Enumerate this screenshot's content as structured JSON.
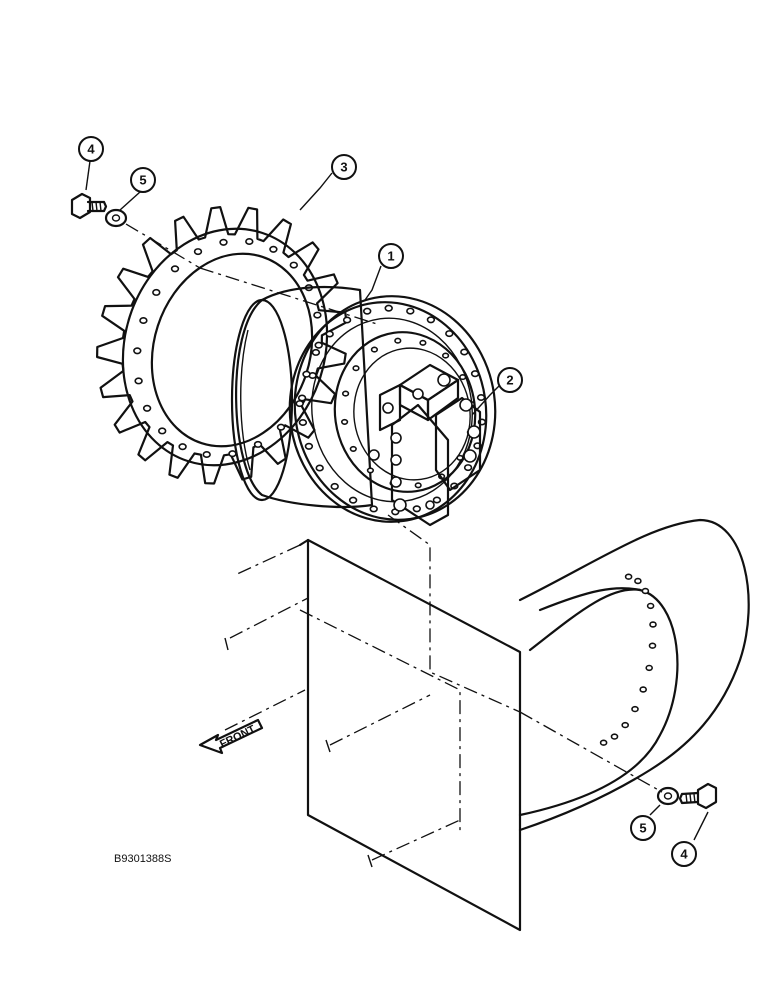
{
  "callouts": [
    {
      "id": "c4a",
      "label": "4"
    },
    {
      "id": "c5a",
      "label": "5"
    },
    {
      "id": "c3",
      "label": "3"
    },
    {
      "id": "c1",
      "label": "1"
    },
    {
      "id": "c2",
      "label": "2"
    },
    {
      "id": "c5b",
      "label": "5"
    },
    {
      "id": "c4b",
      "label": "4"
    }
  ],
  "direction_label": "FRONT",
  "reference_code": "B9301388S"
}
